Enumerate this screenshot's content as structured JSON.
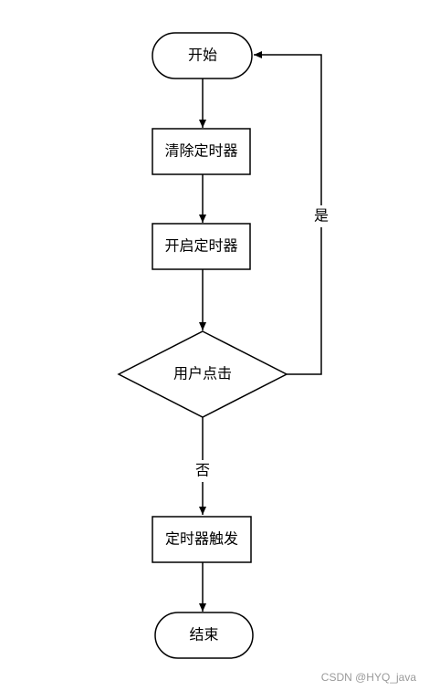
{
  "nodes": {
    "start": "开始",
    "clear_timer": "清除定时器",
    "start_timer": "开启定时器",
    "decision": "用户点击",
    "timer_trigger": "定时器触发",
    "end": "结束"
  },
  "edges": {
    "yes_label": "是",
    "no_label": "否"
  },
  "watermark": "CSDN @HYQ_java",
  "colors": {
    "stroke": "#000000",
    "background": "#ffffff",
    "watermark": "#9a9a9a"
  }
}
